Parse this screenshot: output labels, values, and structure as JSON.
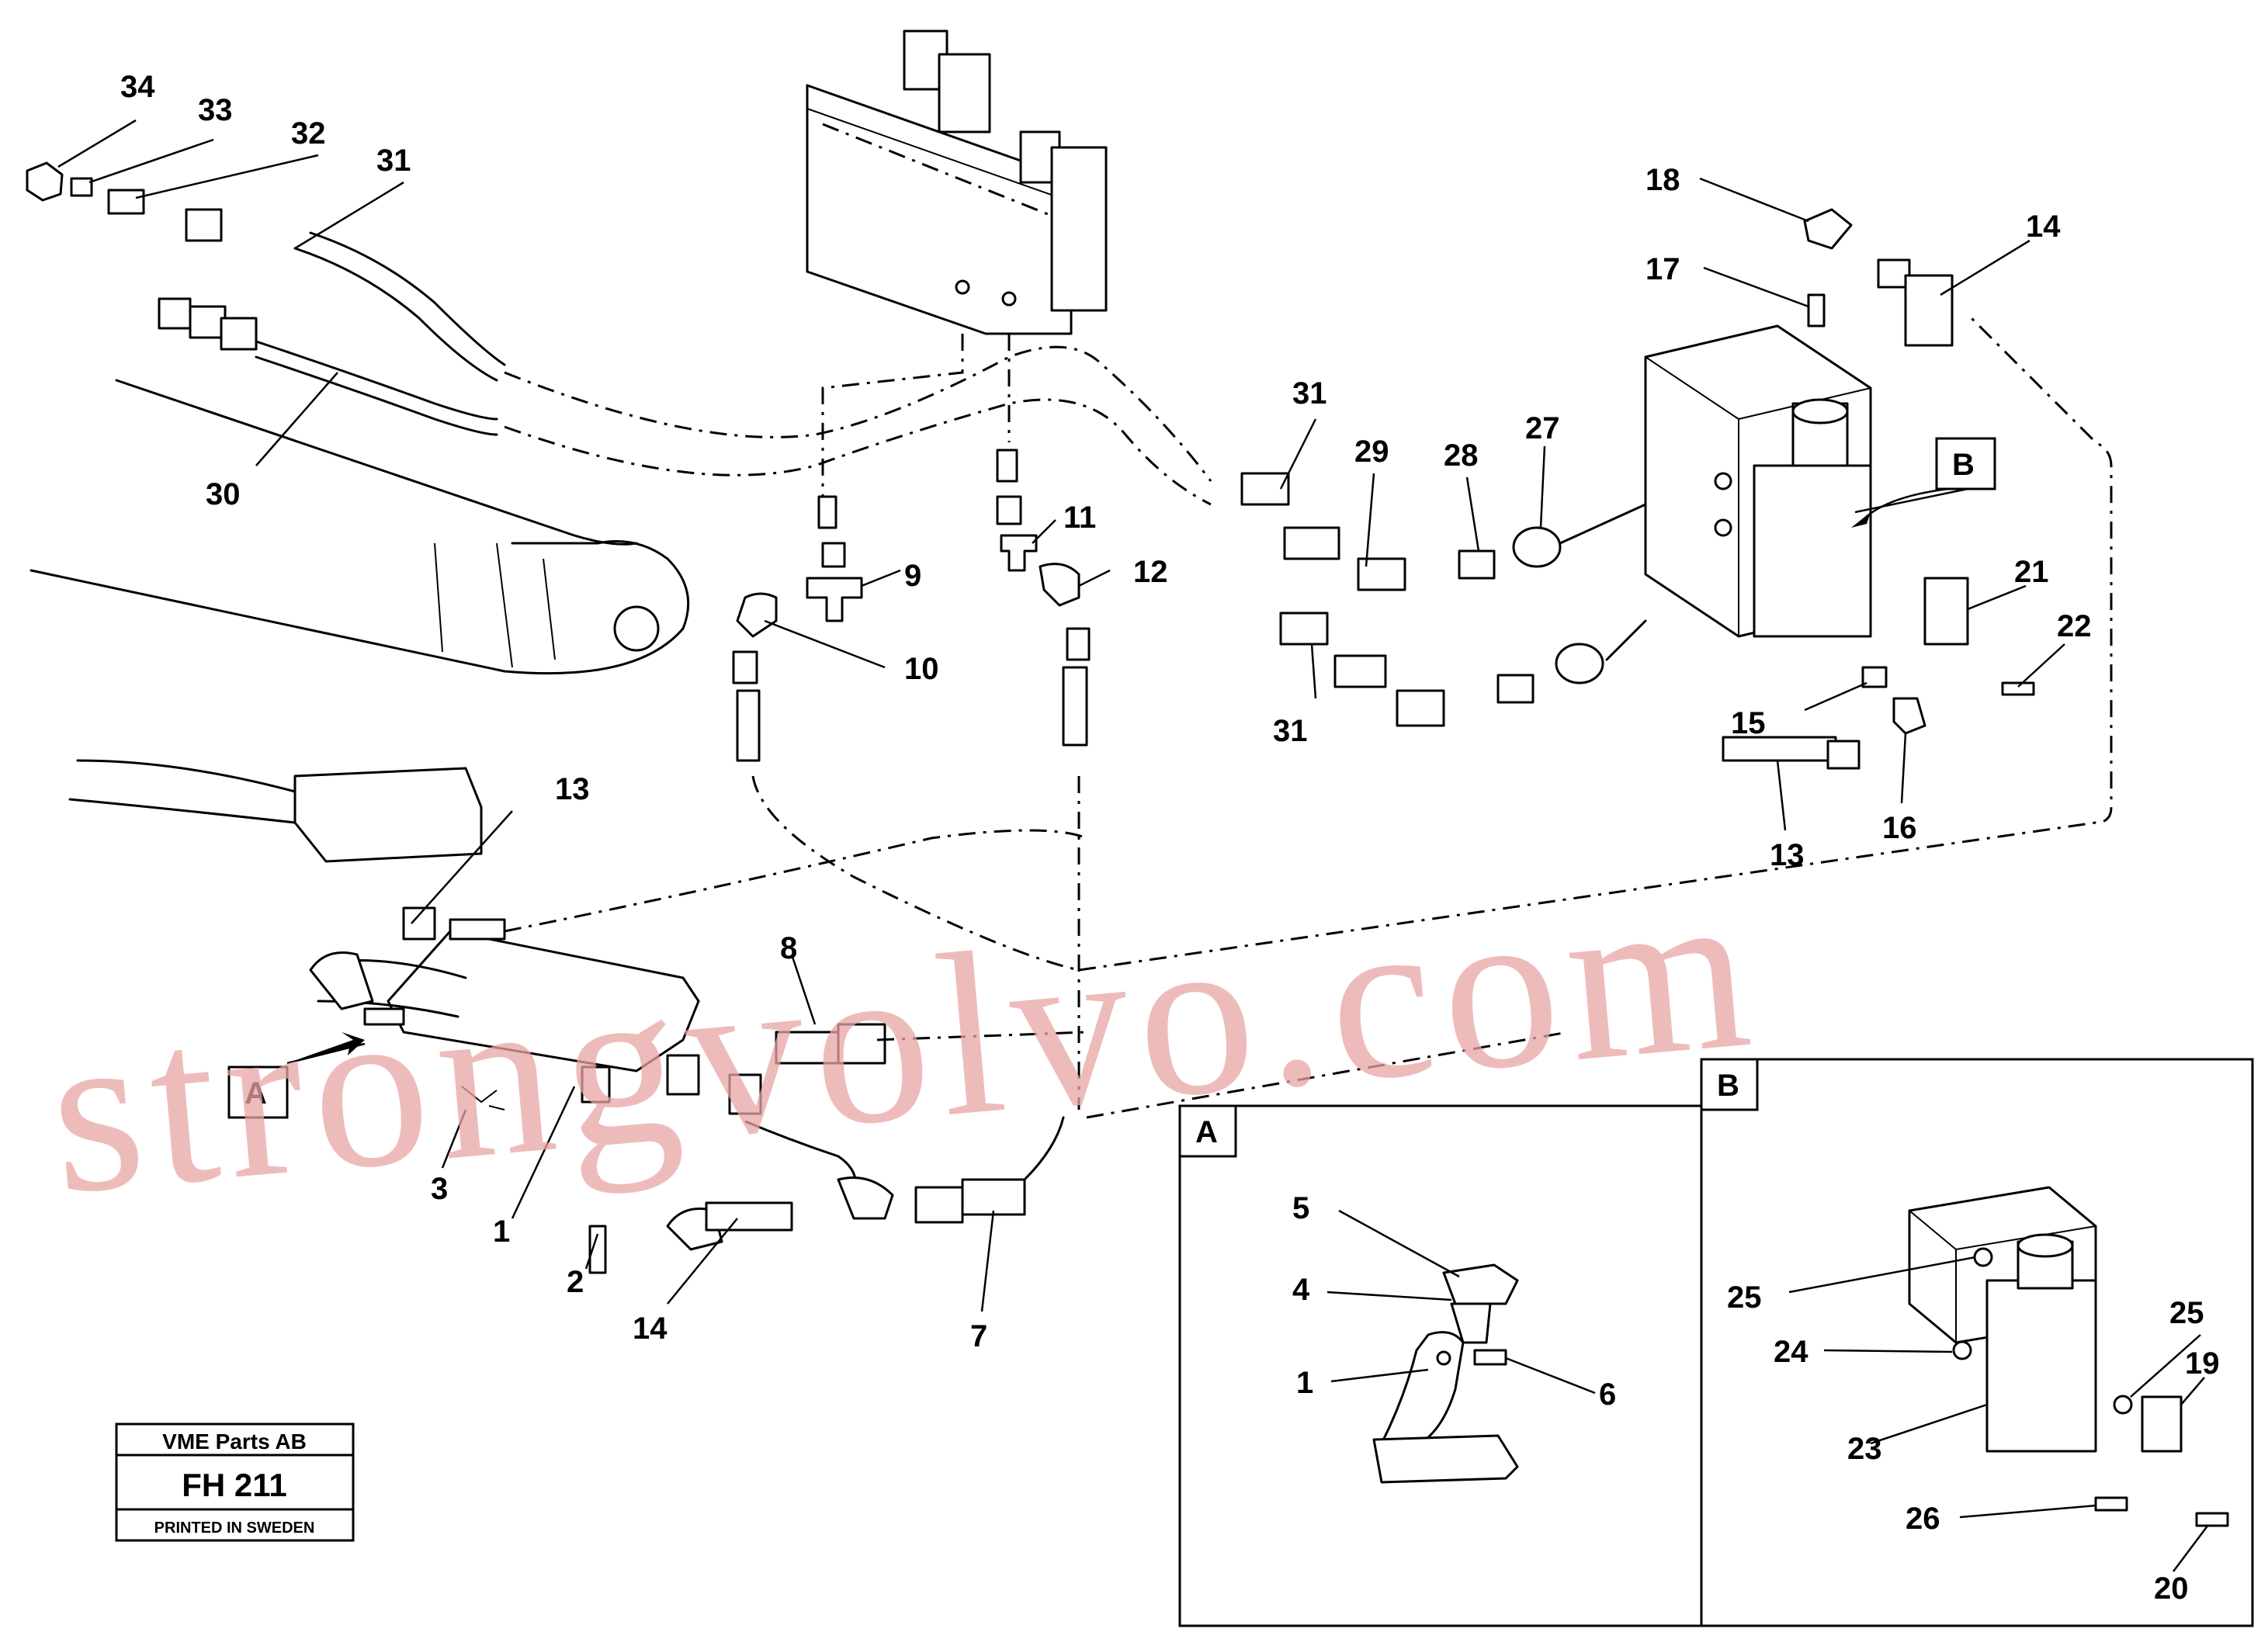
{
  "diagram": {
    "callouts": {
      "n1": "1",
      "n2": "2",
      "n3": "3",
      "n4": "4",
      "n5": "5",
      "n6": "6",
      "n7": "7",
      "n8": "8",
      "n9": "9",
      "n10": "10",
      "n11": "11",
      "n12": "12",
      "n13": "13",
      "n14": "14",
      "n15": "15",
      "n16": "16",
      "n17": "17",
      "n18": "18",
      "n19": "19",
      "n20": "20",
      "n21": "21",
      "n22": "22",
      "n23": "23",
      "n24": "24",
      "n25": "25",
      "n26": "26",
      "n27": "27",
      "n28": "28",
      "n29": "29",
      "n30": "30",
      "n31": "31",
      "n32": "32",
      "n33": "33",
      "n34": "34"
    },
    "view_labels": {
      "a": "A",
      "b": "B"
    }
  },
  "title_block": {
    "company": "VME Parts AB",
    "code": "FH 211",
    "printed": "PRINTED IN SWEDEN"
  },
  "watermark": {
    "text": "strongvolvo.com",
    "color": "#e8a4a4"
  }
}
